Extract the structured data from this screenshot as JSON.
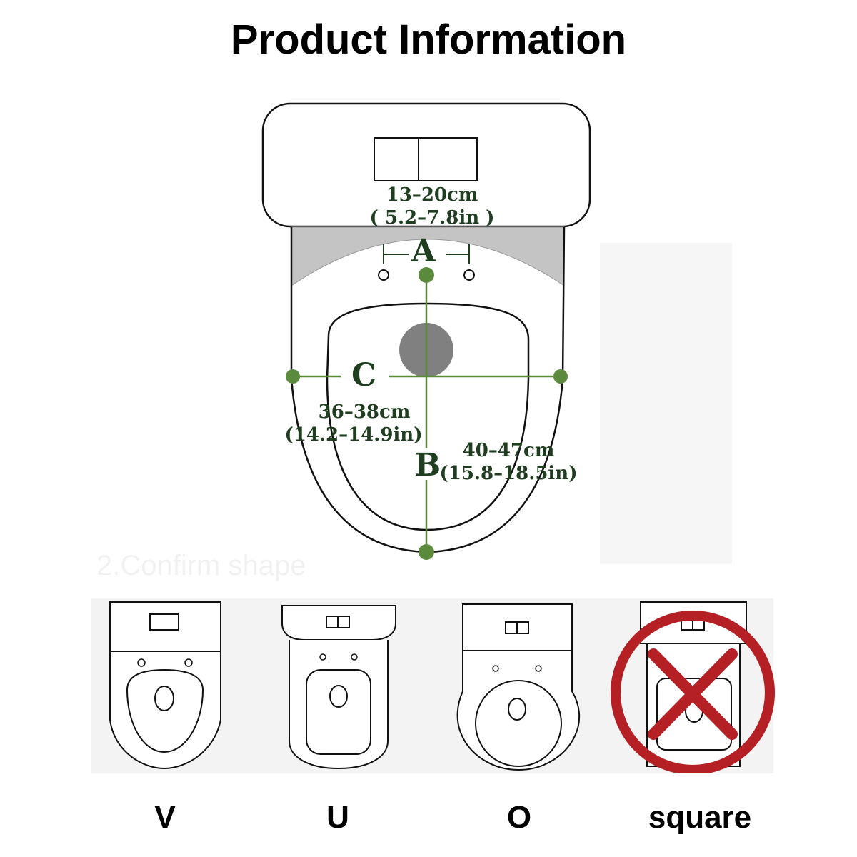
{
  "title": "Product Information",
  "faded_text": "2.Confirm shape",
  "dimensions": {
    "A": {
      "letter": "A",
      "cm": "13–20cm",
      "inch": "( 5.2–7.8in )"
    },
    "B": {
      "letter": "B",
      "cm": "40–47cm",
      "inch": "(15.8–18.5in)"
    },
    "C": {
      "letter": "C",
      "cm": "36–38cm",
      "inch": "(14.2–14.9in)"
    }
  },
  "colors": {
    "dimension_text": "#1f3d1f",
    "marker": "#5b8a3c",
    "reject_mark": "#b52025"
  },
  "shapes": [
    {
      "label": "V",
      "compatible": true
    },
    {
      "label": "U",
      "compatible": true
    },
    {
      "label": "O",
      "compatible": true
    },
    {
      "label": "square",
      "compatible": false
    }
  ]
}
